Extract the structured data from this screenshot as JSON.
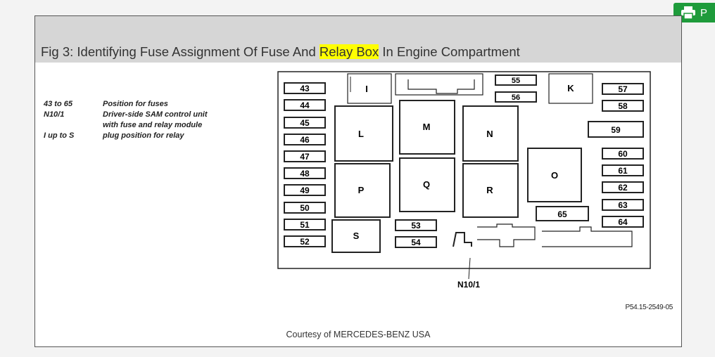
{
  "print_button": {
    "label": "P",
    "icon": "printer-icon",
    "color": "#1e9b3b"
  },
  "figure": {
    "title_prefix": "Fig 3: Identifying Fuse Assignment Of Fuse And ",
    "title_highlight": "Relay Box",
    "title_suffix": " In Engine Compartment",
    "highlight_color": "#ffff00",
    "legend": [
      {
        "key": "43 to 65",
        "value": "Position for fuses"
      },
      {
        "key": "N10/1",
        "value": "Driver-side SAM control unit"
      },
      {
        "key": "",
        "value": "with fuse and relay module"
      },
      {
        "key": "I up to S",
        "value": "plug position for relay"
      }
    ],
    "fuse_labels_left": [
      "43",
      "44",
      "45",
      "46",
      "47",
      "48",
      "49",
      "50",
      "51",
      "52"
    ],
    "fuse_labels_right": [
      "57",
      "58",
      "59",
      "60",
      "61",
      "62",
      "63",
      "64"
    ],
    "fuse_labels_top": [
      "55",
      "56"
    ],
    "fuse_labels_middle": [
      "53",
      "54",
      "65"
    ],
    "relay_labels": [
      "I",
      "K",
      "L",
      "M",
      "N",
      "O",
      "P",
      "Q",
      "R",
      "S"
    ],
    "callout_label": "N10/1",
    "reference": "P54.15-2549-05",
    "courtesy": "Courtesy of MERCEDES-BENZ USA"
  }
}
